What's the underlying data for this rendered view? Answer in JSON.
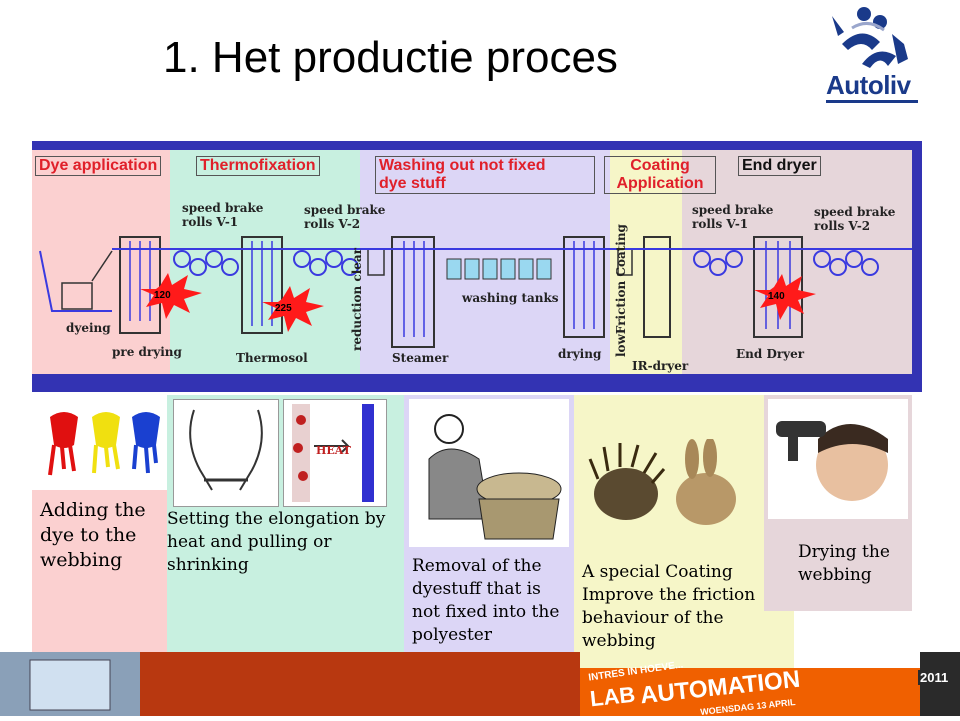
{
  "slide": {
    "title": "1. Het productie proces",
    "logo_text": "Autoliv"
  },
  "stages": {
    "dye_application": "Dye application",
    "thermofixation": "Thermofixation",
    "washing_line1": "Washing out not fixed",
    "washing_line2": "dye stuff",
    "coating_line1": "Coating",
    "coating_line2": "Application",
    "end_dryer": "End dryer"
  },
  "machine_labels": {
    "speed_brake_v1_a_line1": "speed brake",
    "speed_brake_v1_a_line2": "rolls V-1",
    "speed_brake_v2_a_line1": "speed brake",
    "speed_brake_v2_a_line2": "rolls V-2",
    "speed_brake_v1_b_line1": "speed brake",
    "speed_brake_v1_b_line2": "rolls V-1",
    "speed_brake_v2_b_line1": "speed brake",
    "speed_brake_v2_b_line2": "rolls V-2",
    "dyeing": "dyeing",
    "pre_drying": "pre drying",
    "thermosol": "Thermosol",
    "reduction_clear": "reduction clear",
    "steamer": "Steamer",
    "washing_tanks": "washing tanks",
    "drying": "drying",
    "low_friction_coating": "lowFriction Coating",
    "ir_dryer": "IR-dryer",
    "end_dryer": "End Dryer"
  },
  "temperatures": {
    "pre_drying": "120",
    "thermosol": "225",
    "end_dryer": "140"
  },
  "captions": {
    "dye": [
      "Adding the",
      "dye to the",
      "webbing"
    ],
    "elongation": [
      "Setting the elongation by",
      "heat and pulling or",
      "shrinking"
    ],
    "removal": [
      "Removal of the",
      "dyestuff that is",
      "not fixed into the",
      "polyester"
    ],
    "coating": [
      "A special Coating",
      "Improve the friction",
      "behaviour of the",
      "webbing"
    ],
    "drying": [
      "Drying the",
      "webbing"
    ]
  },
  "inset_labels": {
    "heat": "HEAT"
  },
  "footer": {
    "intres": "INTRES IN HOEVE...",
    "lab": "LAB",
    "automation": "AUTOMATION",
    "year": "2011",
    "date": "WOENSDAG 13 APRIL"
  },
  "colors": {
    "diagram_bg": "#3333b3",
    "zone_dye": "#fbd0d0",
    "zone_thermo": "#c8f0e0",
    "zone_wash": "#dcd6f6",
    "zone_coating": "#f6f6c8",
    "zone_end": "#e6d6da",
    "label_red": "#e0202a",
    "brand_blue": "#1a3a8a"
  }
}
